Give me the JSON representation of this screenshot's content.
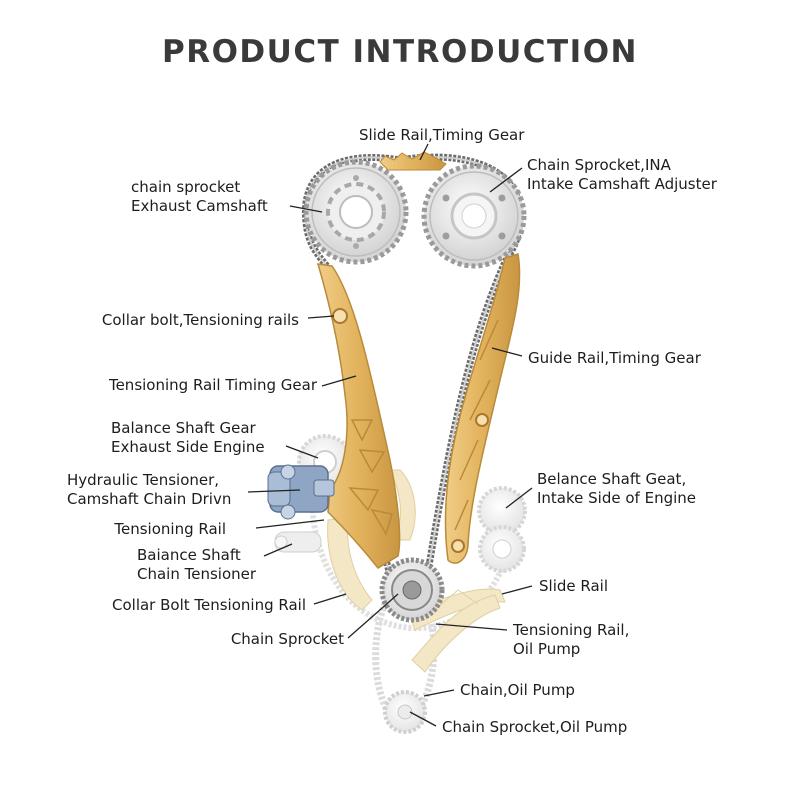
{
  "title": "PRODUCT INTRODUCTION",
  "colors": {
    "rail": "#e3b866",
    "rail_dark": "#b98a3a",
    "chain": "#6d6d6d",
    "ghost": "#e6e6e6",
    "leader": "#222222"
  },
  "labels": {
    "slide_rail_top": "Slide Rail,Timing Gear",
    "exhaust_sprocket": [
      "chain sprocket",
      "Exhaust Camshaft"
    ],
    "intake_sprocket": [
      "Chain Sprocket,INA",
      "Intake Camshaft Adjuster"
    ],
    "collar_bolt_rails": "Collar bolt,Tensioning rails",
    "guide_rail": "Guide Rail,Timing Gear",
    "tensioning_rail_timing": "Tensioning Rail Timing Gear",
    "balance_gear_exhaust": [
      "Balance Shaft Gear",
      "Exhaust Side Engine"
    ],
    "hydraulic_tensioner": [
      "Hydraulic Tensioner,",
      "Camshaft Chain Drivn"
    ],
    "belance_gear_intake": [
      "Belance Shaft Geat,",
      "Intake Side of Engine"
    ],
    "tensioning_rail": "Tensioning Rail",
    "balance_tensioner": [
      "Baiance Shaft",
      "Chain Tensioner"
    ],
    "slide_rail": "Slide Rail",
    "collar_bolt_rail": "Collar Bolt Tensioning Rail",
    "tensioning_rail_oil": [
      "Tensioning Rail,",
      "Oil Pump"
    ],
    "chain_sprocket": "Chain Sprocket",
    "chain_oil_pump": "Chain,Oil Pump",
    "sprocket_oil_pump": "Chain Sprocket,Oil Pump"
  }
}
